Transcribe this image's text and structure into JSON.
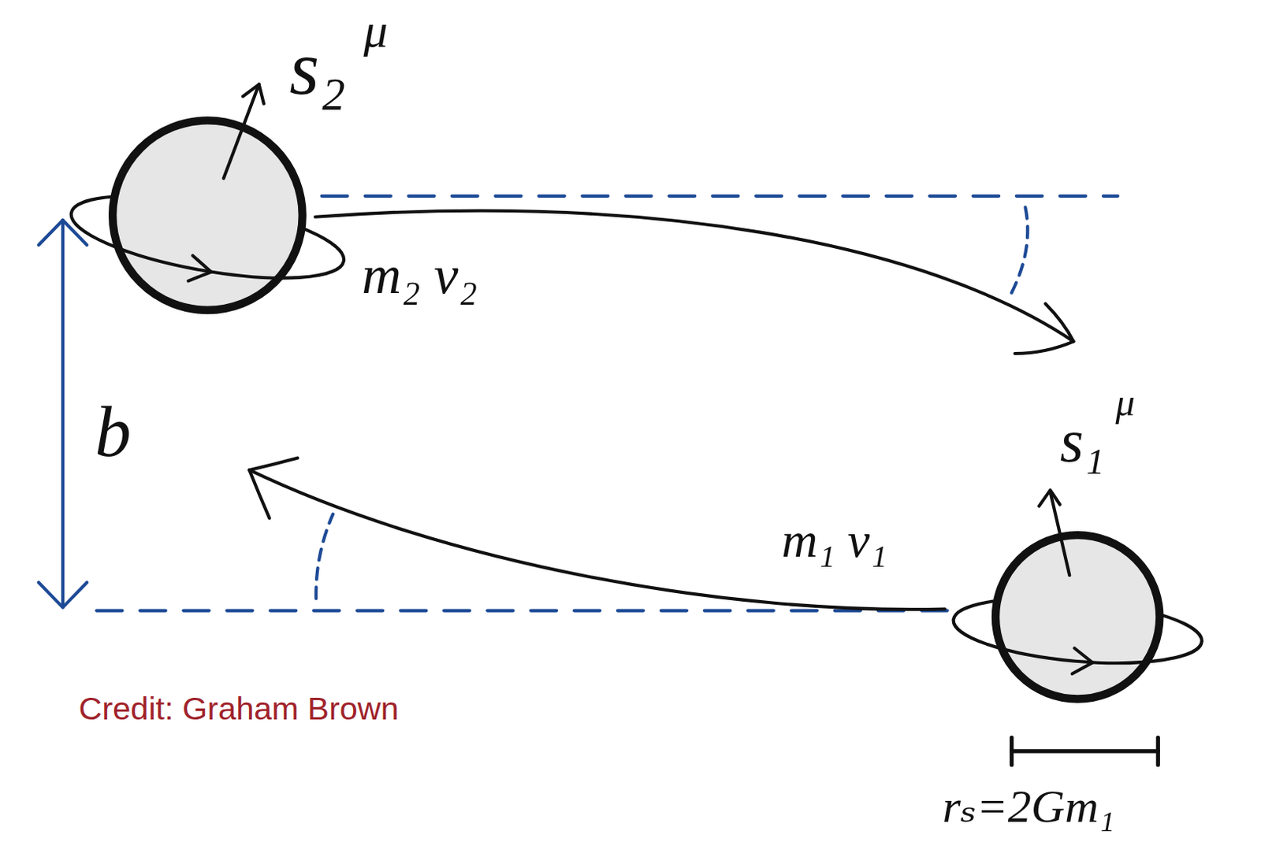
{
  "diagram": {
    "labels": [
      "s₂",
      "μ",
      "m₂ v₂",
      "b",
      "s₁",
      "μ",
      "m₁ v₁",
      "rₛ=2Gm₁",
      "Credit: Graham Brown"
    ]
  }
}
